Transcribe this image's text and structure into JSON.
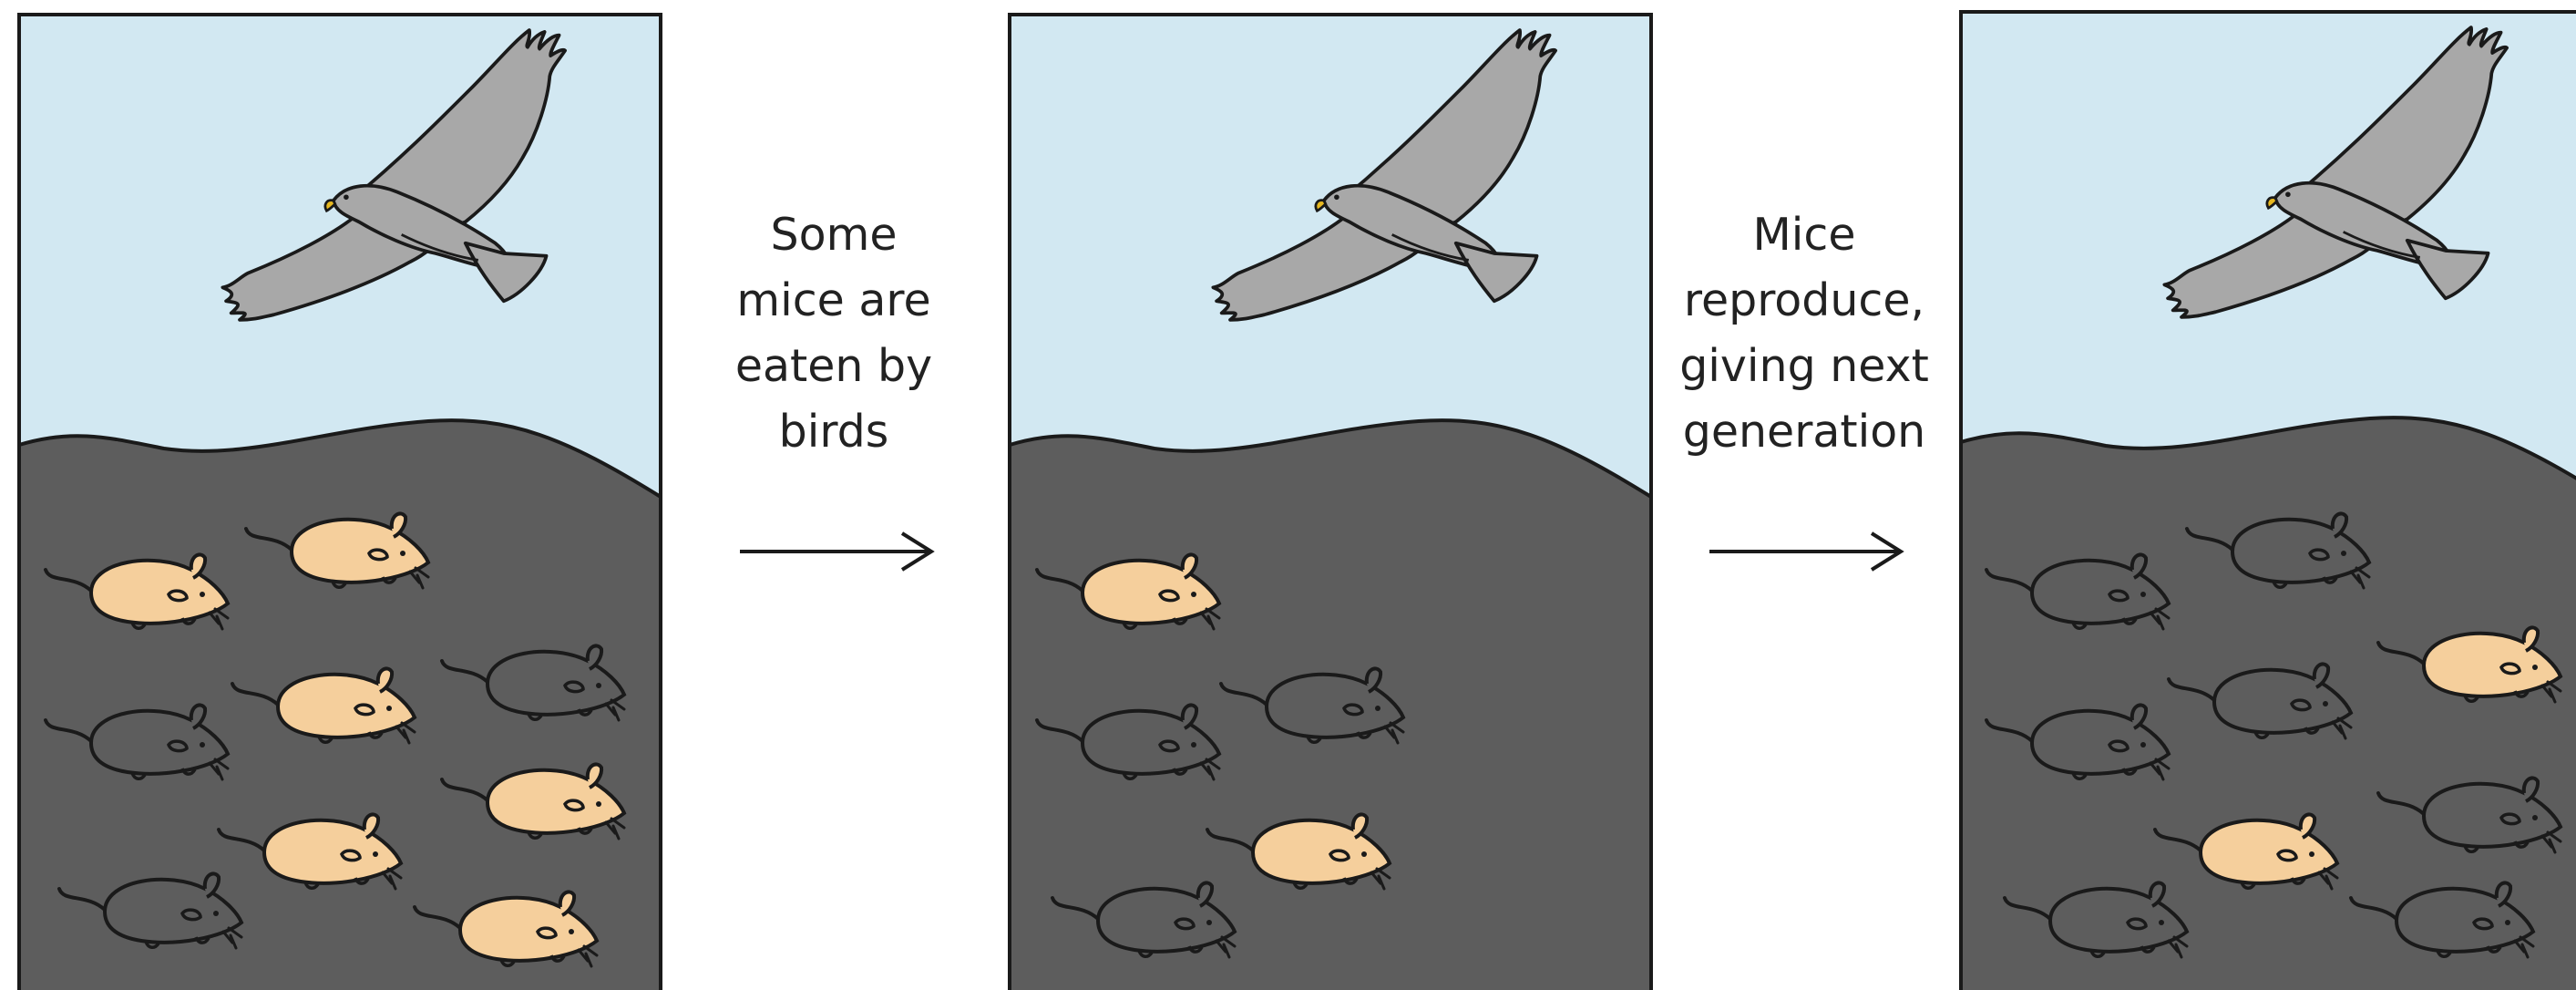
{
  "captions": [
    [
      "Some",
      "mice are",
      "eaten by",
      "birds"
    ],
    [
      "Mice",
      "reproduce,",
      "giving next",
      "generation"
    ]
  ],
  "colors": {
    "sky": "#d2e8f2",
    "ground": "#5d5d5d",
    "mouse_light": "#f5cf9c",
    "mouse_dark": "#5d5d5d",
    "bird": "#a8a8a8",
    "beak": "#e7b820",
    "outline": "#1a1a1a"
  },
  "icons": {
    "bird": "hawk-icon",
    "mouse": "mouse-icon",
    "arrow": "right-arrow-icon"
  },
  "panels": [
    {
      "name": "generation-1-panel",
      "mice": [
        "light",
        "light",
        "dark",
        "dark",
        "light",
        "light",
        "light",
        "dark",
        "light"
      ]
    },
    {
      "name": "after-predation-panel",
      "mice": [
        "light",
        "dark",
        "dark",
        "light",
        "dark"
      ]
    },
    {
      "name": "next-generation-panel",
      "mice": [
        "dark",
        "dark",
        "light",
        "dark",
        "dark",
        "dark",
        "light",
        "dark",
        "dark"
      ]
    }
  ]
}
